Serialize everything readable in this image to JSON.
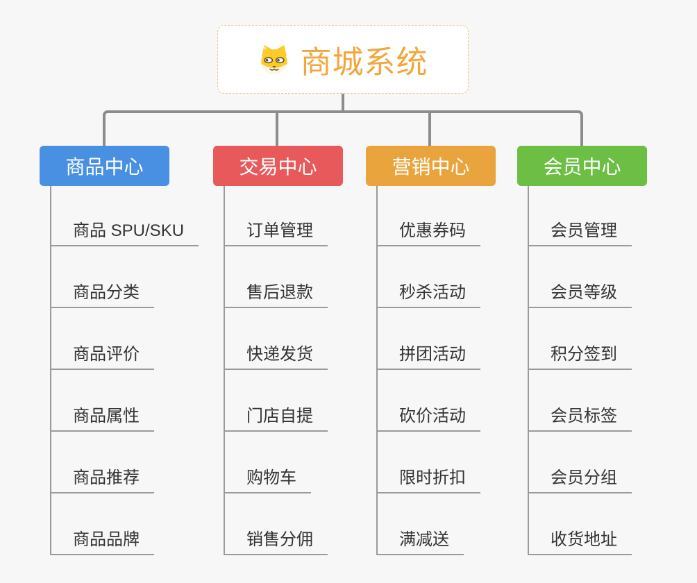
{
  "page": {
    "background_color": "#f7f7f7",
    "connector_color": "#8c8c8c",
    "sub_connector_color": "#9a9a9a",
    "leaf_text_color": "#333333"
  },
  "root": {
    "label": "商城系统",
    "icon": "shiba-dog-icon",
    "text_color": "#f1a73e",
    "border_color": "#f2c27d",
    "background_color": "#ffffff"
  },
  "branches": [
    {
      "label": "商品中心",
      "color": "#4a90e2",
      "children": [
        "商品 SPU/SKU",
        "商品分类",
        "商品评价",
        "商品属性",
        "商品推荐",
        "商品品牌"
      ]
    },
    {
      "label": "交易中心",
      "color": "#e8595b",
      "children": [
        "订单管理",
        "售后退款",
        "快递发货",
        "门店自提",
        "购物车",
        "销售分佣"
      ]
    },
    {
      "label": "营销中心",
      "color": "#e9a43e",
      "children": [
        "优惠券码",
        "秒杀活动",
        "拼团活动",
        "砍价活动",
        "限时折扣",
        "满减送"
      ]
    },
    {
      "label": "会员中心",
      "color": "#6cbe45",
      "children": [
        "会员管理",
        "会员等级",
        "积分签到",
        "会员标签",
        "会员分组",
        "收货地址"
      ]
    }
  ]
}
